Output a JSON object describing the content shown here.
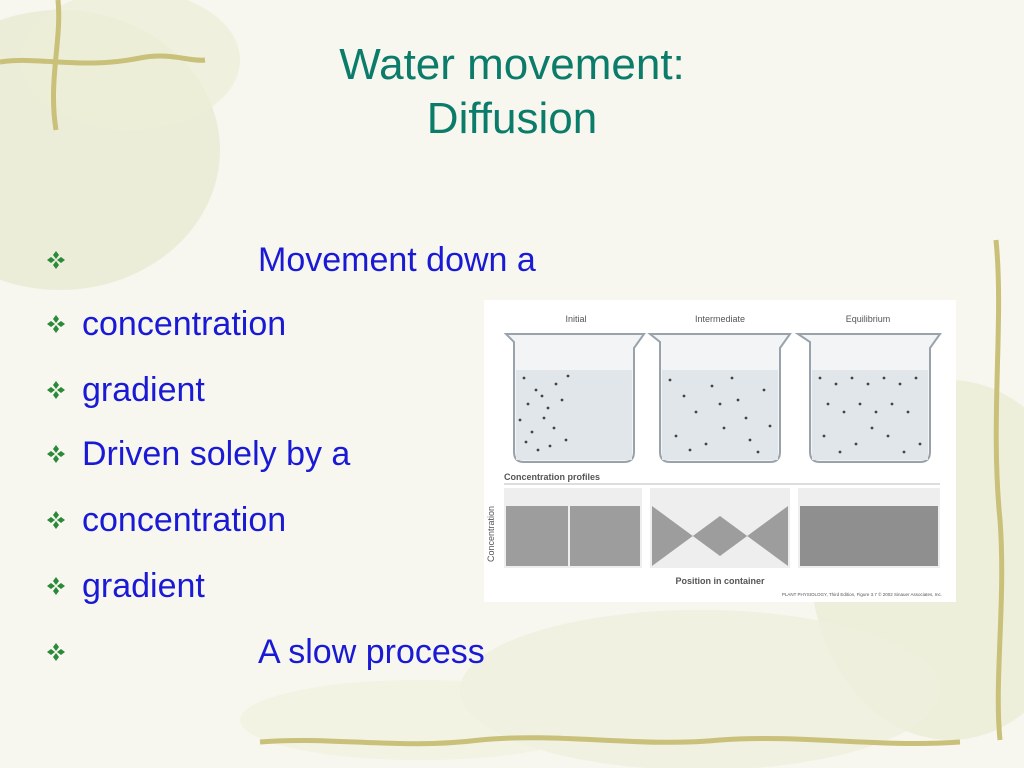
{
  "title": {
    "line1": "Water movement:",
    "line2": "Diffusion"
  },
  "bullets": [
    "Movement down a",
    "concentration",
    "gradient",
    "Driven solely by a",
    "concentration",
    "gradient",
    "A slow process"
  ],
  "figure": {
    "beaker_labels": [
      "Initial",
      "Intermediate",
      "Equilibrium"
    ],
    "profiles_title": "Concentration profiles",
    "y_axis_label": "Concentration",
    "x_axis_label": "Position in container",
    "credit": "PLANT PHYSIOLOGY, Third Edition, Figure 3.7 © 2002 Sinauer Associates, Inc."
  },
  "colors": {
    "title": "#0b7b6a",
    "bullet_text": "#1a1ad6",
    "bullet_marker": "#2a8a3a"
  },
  "icons": {
    "bullet": "four-diamond-bullet-icon"
  }
}
